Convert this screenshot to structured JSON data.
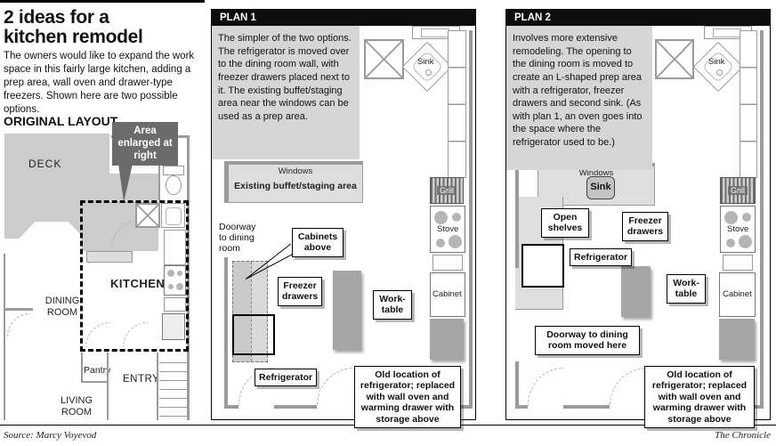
{
  "page": {
    "title_line1": "2 ideas for a",
    "title_line2": "kitchen remodel",
    "intro": "The owners would like to expand the work space in this fairly large kitchen, adding a prep area, wall oven and drawer-type freezers. Shown here are two possible options.",
    "original_heading": "ORIGINAL LAYOUT",
    "area_callout": "Area enlarged at right"
  },
  "original": {
    "rooms": {
      "deck": "DECK",
      "dining_room": "DINING ROOM",
      "kitchen": "KITCHEN",
      "pantry": "Pantry",
      "entry": "ENTRY",
      "living_room": "LIVING ROOM"
    }
  },
  "plan1": {
    "header": "PLAN 1",
    "description": "The simpler of the two options. The refrigerator is moved over to the dining room wall, with freezer drawers placed next to it. The existing buffet/staging area near the windows can be used as a prep area.",
    "labels": {
      "sink": "Sink",
      "windows": "Windows",
      "buffet": "Existing buffet/staging area",
      "doorway": "Doorway to dining room",
      "cabinets_above": "Cabinets above",
      "freezer_drawers": "Freezer drawers",
      "worktable": "Work-table",
      "refrigerator": "Refrigerator",
      "grill": "Grill",
      "stove": "Stove",
      "cabinet": "Cabinet",
      "old_location": "Old location of refrigerator; replaced with wall oven and warming drawer with storage above"
    }
  },
  "plan2": {
    "header": "PLAN 2",
    "description": "Involves more extensive remodeling. The opening to the dining room is moved to create an L-shaped prep area with a refrigerator, freezer drawers and second sink. (As with plan 1, an oven goes into the space where the refrigerator used to be.)",
    "labels": {
      "sink_corner": "Sink",
      "windows": "Windows",
      "sink_new": "Sink",
      "open_shelves": "Open shelves",
      "freezer_drawers": "Freezer drawers",
      "refrigerator": "Refrigerator",
      "worktable": "Work-table",
      "doorway_moved": "Doorway to dining room moved here",
      "grill": "Grill",
      "stove": "Stove",
      "cabinet": "Cabinet",
      "old_location": "Old location of refrigerator; replaced with wall oven and warming drawer with storage above"
    }
  },
  "footer": {
    "source": "Source: Marcy Voyevod",
    "credit": "The Chronicle"
  },
  "colors": {
    "header_bar": "#0d0d0d",
    "panel_desc_bg": "#d6d6d6",
    "deck_gray": "#cccccc",
    "wall_gray": "#9b9b9b",
    "appliance_gray": "#a5a5a5",
    "area_callout_bg": "#6b6b6b",
    "prep_area_bg": "#dedede"
  }
}
